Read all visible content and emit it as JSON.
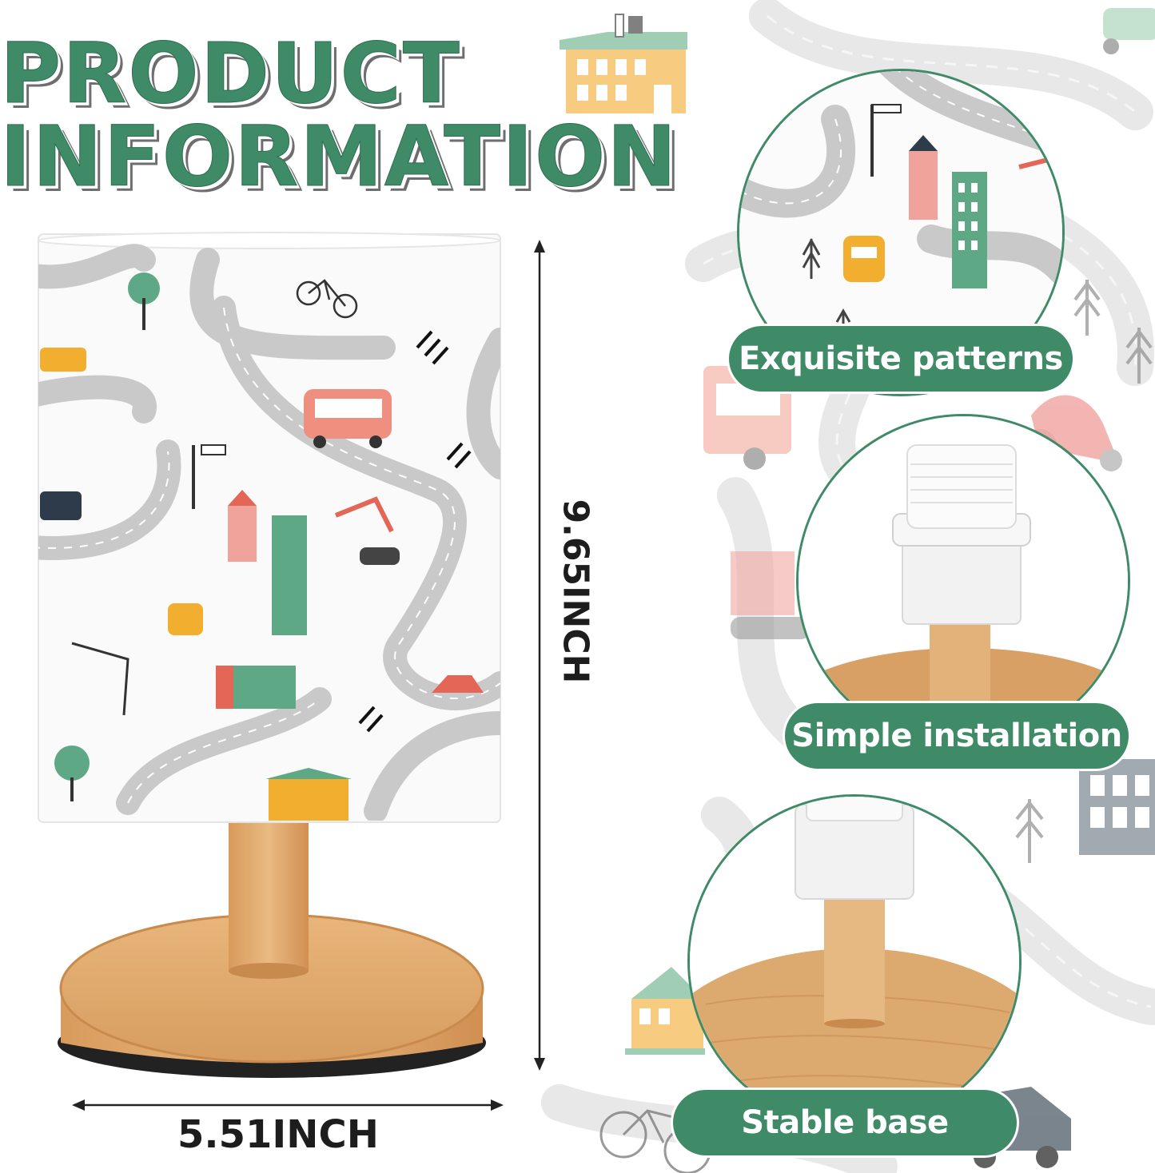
{
  "title": {
    "line1": "PRODUCT",
    "line2": "INFORMATION"
  },
  "dimensions": {
    "width": "5.51INCH",
    "height": "9.65INCH"
  },
  "features": [
    {
      "label": "Exquisite patterns"
    },
    {
      "label": "Simple installation"
    },
    {
      "label": "Stable base"
    }
  ],
  "colors": {
    "brand_green": "#3f8a67",
    "road_gray": "#c8c8c8",
    "wood": "#d9a66a"
  }
}
